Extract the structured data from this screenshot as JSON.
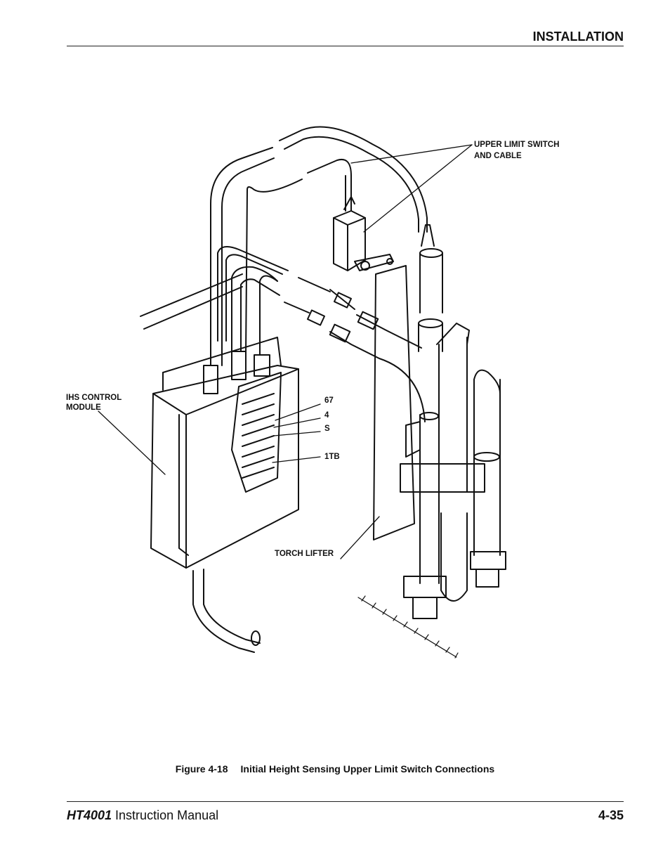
{
  "header": {
    "section": "INSTALLATION"
  },
  "figure": {
    "callouts": {
      "upper_limit_switch": [
        "UPPER LIMIT SWITCH",
        "AND CABLE"
      ],
      "ihs_module": [
        "IHS CONTROL",
        "MODULE"
      ],
      "wire_67": "67",
      "wire_4": "4",
      "wire_s": "S",
      "terminal_1tb": "1TB",
      "torch_lifter": "TORCH LIFTER"
    },
    "caption_number": "Figure 4-18",
    "caption_text": "Initial Height Sensing Upper Limit Switch Connections"
  },
  "footer": {
    "model": "HT4001",
    "manual": " Instruction Manual",
    "page": "4-35"
  }
}
